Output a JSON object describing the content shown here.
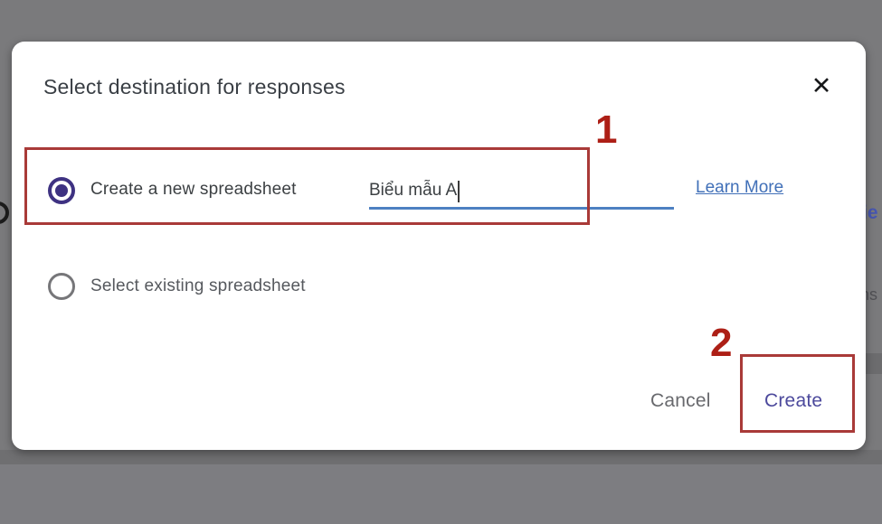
{
  "dialog": {
    "title": "Select destination for responses",
    "close_icon": "✕",
    "options": [
      {
        "label": "Create a new spreadsheet",
        "selected": true,
        "input_value": "Biểu mẫu A"
      },
      {
        "label": "Select existing spreadsheet",
        "selected": false
      }
    ],
    "learn_more_label": "Learn More",
    "actions": {
      "cancel_label": "Cancel",
      "create_label": "Create"
    }
  },
  "annotations": {
    "step1": "1",
    "step2": "2"
  },
  "background_edges": {
    "right_top_fragment": "ie",
    "right_bottom_fragment": "ns"
  },
  "colors": {
    "scrim": "#7a7a7c",
    "dialog_bg": "#ffffff",
    "radio_selected_purple": "#3e3282",
    "create_purple": "#4c499c",
    "link_blue": "#4170b8",
    "input_underline_blue": "#4d80c2",
    "annotation_box_red": "#a93a38",
    "annotation_number_red": "#ad1f16"
  }
}
